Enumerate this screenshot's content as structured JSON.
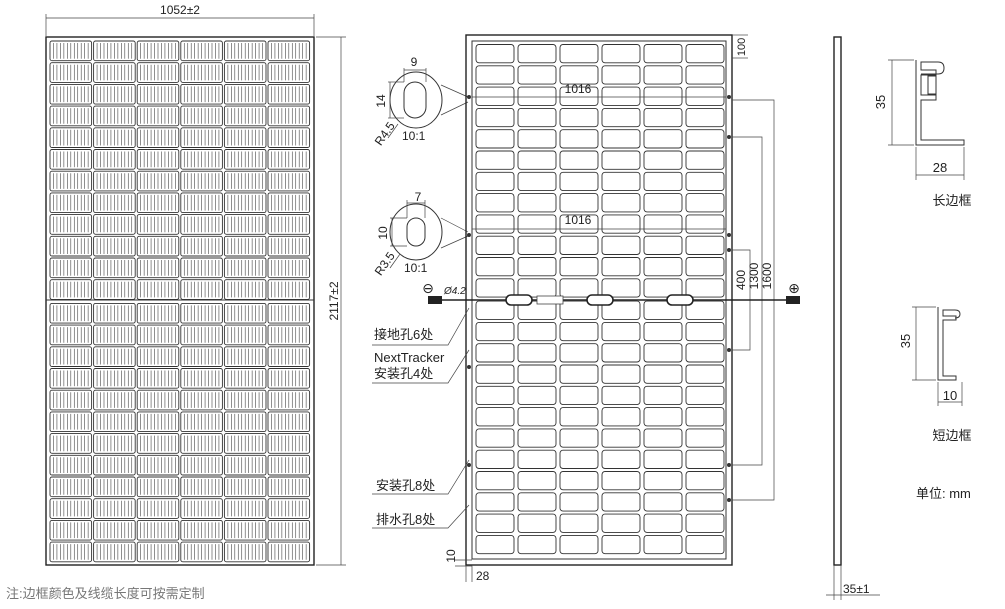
{
  "front_view": {
    "width_dim": "1052±2",
    "height_dim": "2117±2"
  },
  "rear_view": {
    "top_dim": "100",
    "hole_spacing_1": "1016",
    "hole_spacing_2": "1016",
    "vertical_dims": [
      "400",
      "1300",
      "1600"
    ],
    "cable_minus": "⊖",
    "cable_plus": "⊕",
    "cable_dia": "Ø4.2",
    "ground_holes": "接地孔6处",
    "nexttracker_line1": "NextTracker",
    "nexttracker_line2": "安装孔4处",
    "mount_holes": "安装孔8处",
    "drain_holes": "排水孔8处",
    "bottom_dim_v": "10",
    "bottom_dim_h": "28"
  },
  "detail_1": {
    "width": "9",
    "height": "14",
    "radius": "R4.5",
    "scale": "10:1"
  },
  "detail_2": {
    "width": "7",
    "height": "10",
    "radius": "R3.5",
    "scale": "10:1"
  },
  "side_view": {
    "thickness": "35±1"
  },
  "long_frame": {
    "height": "35",
    "width": "28",
    "label": "长边框"
  },
  "short_frame": {
    "height": "35",
    "width": "10",
    "label": "短边框"
  },
  "unit": "单位: mm",
  "footnote": "注:边框颜色及线缆长度可按需定制"
}
